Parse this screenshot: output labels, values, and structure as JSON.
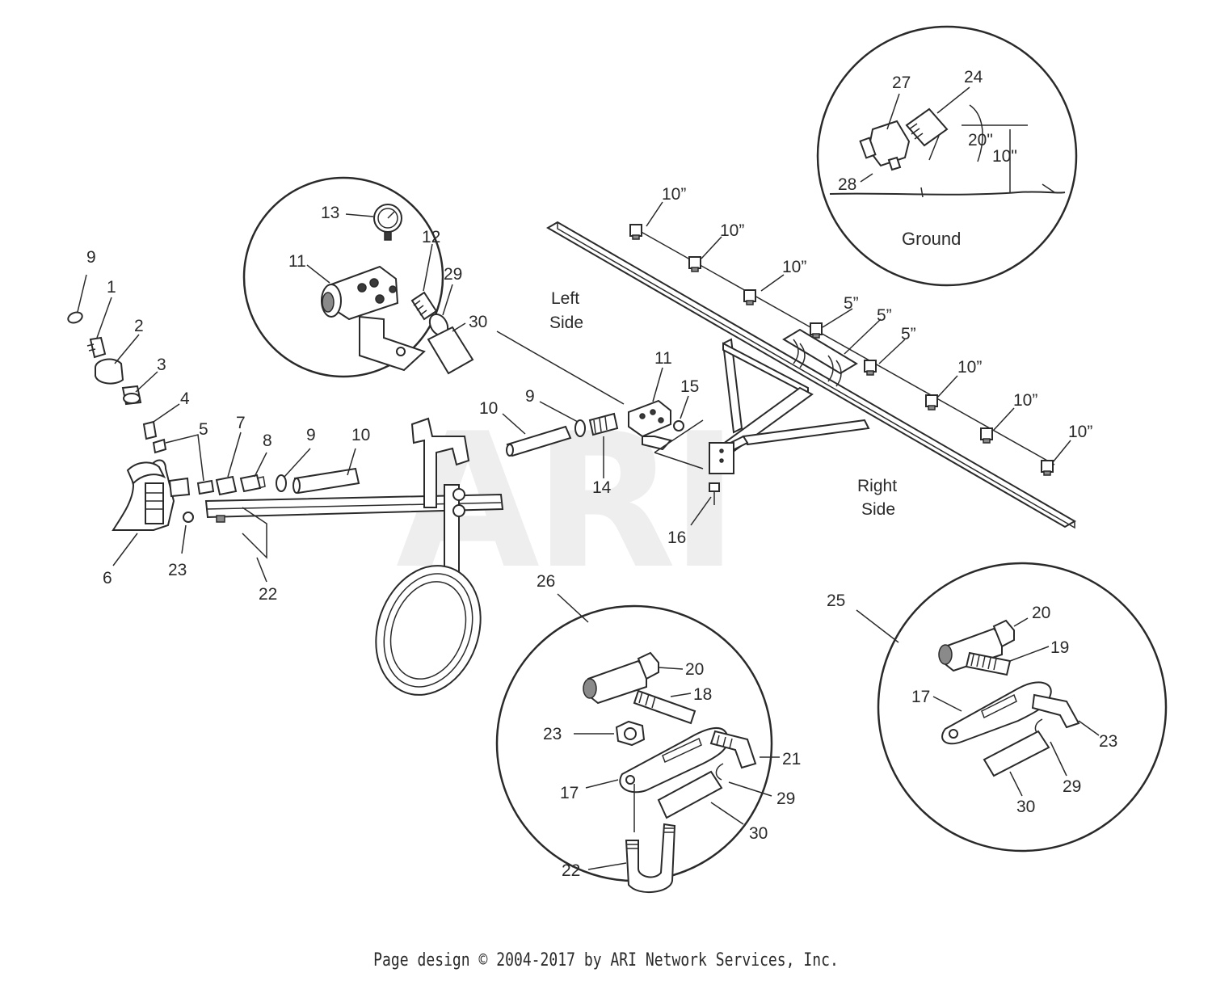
{
  "watermark": "ARI",
  "copyright": "Page design © 2004-2017 by ARI Network Services, Inc.",
  "labels": {
    "left_side": "Left\nSide",
    "right_side": "Right\nSide",
    "ground": "Ground",
    "angle_20": "20\"",
    "height_10": "10\"",
    "spacing_10": "10”",
    "spacing_5": "5”"
  },
  "callouts": {
    "c1": "1",
    "c2": "2",
    "c3": "3",
    "c4": "4",
    "c5": "5",
    "c6": "6",
    "c7": "7",
    "c8": "8",
    "c9": "9",
    "c10": "10",
    "c11": "11",
    "c12": "12",
    "c13": "13",
    "c14": "14",
    "c15": "15",
    "c16": "16",
    "c17": "17",
    "c18": "18",
    "c19": "19",
    "c20": "20",
    "c21": "21",
    "c22": "22",
    "c23": "23",
    "c24": "24",
    "c25": "25",
    "c26": "26",
    "c27": "27",
    "c28": "28",
    "c29": "29",
    "c30": "30"
  }
}
